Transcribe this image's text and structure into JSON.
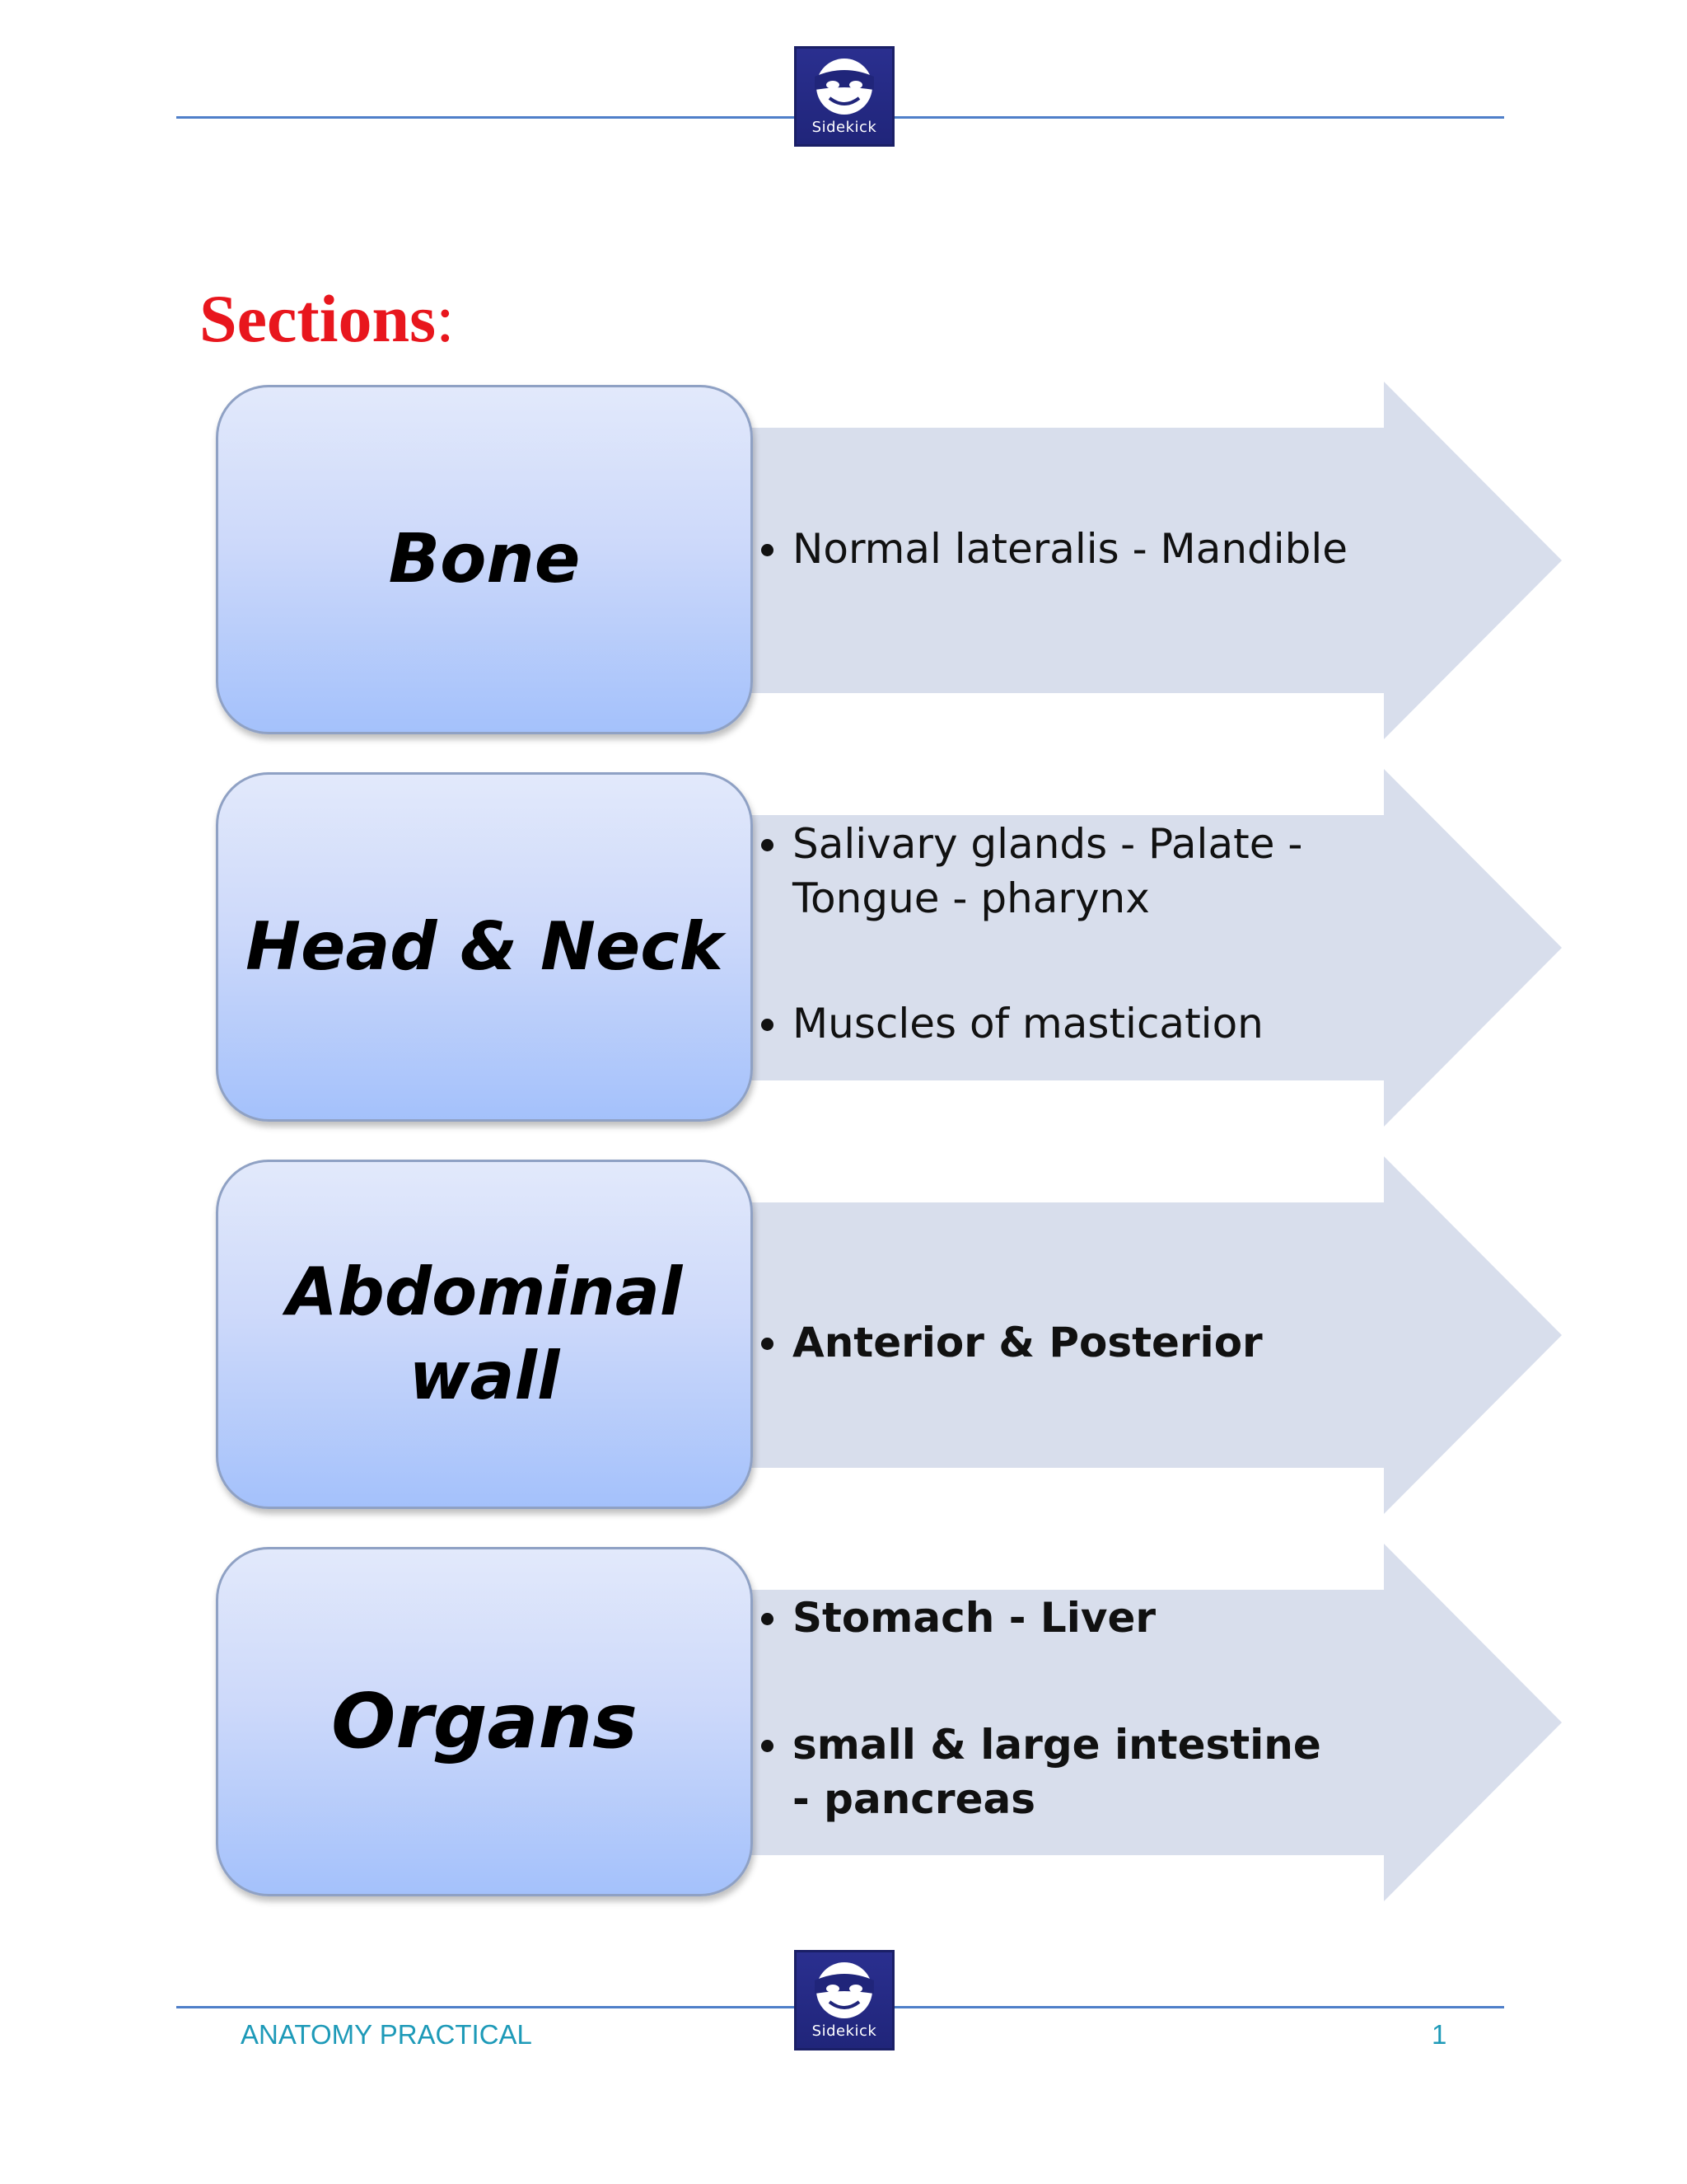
{
  "header": {
    "logo": {
      "icon": "masked-face-icon",
      "text": "Sidekick"
    }
  },
  "heading": {
    "text": "Sections",
    "colon": ":"
  },
  "sections": [
    {
      "title": "Bone",
      "items": [
        "Normal lateralis - Mandible"
      ]
    },
    {
      "title": "Head & Neck",
      "items": [
        "Salivary glands - Palate - Tongue -  pharynx",
        "Muscles of mastication"
      ]
    },
    {
      "title_line1": "Abdominal",
      "title_line2": "wall",
      "items": [
        "Anterior & Posterior"
      ]
    },
    {
      "title": "Organs",
      "items": [
        "Stomach - Liver",
        "small & large intestine - pancreas"
      ]
    }
  ],
  "footer": {
    "course": "ANATOMY PRACTICAL",
    "page_number": "1",
    "logo": {
      "icon": "masked-face-icon",
      "text": "Sidekick"
    }
  },
  "colors": {
    "heading": "#e8161d",
    "rule": "#4f7fc9",
    "box_top": "#e2e9fb",
    "box_bottom": "#a4c1fb",
    "arrow": "#d8deec",
    "footer_text": "#1e9ab8"
  }
}
